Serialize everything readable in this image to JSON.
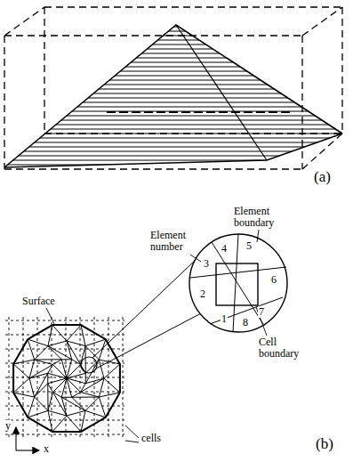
{
  "diagram": {
    "labels": [
      "(a)",
      "Element boundary",
      "Element number",
      "4",
      "5",
      "3",
      "6",
      "2",
      "7",
      "1",
      "8",
      "Cell boundary",
      "Surface",
      "y",
      "x",
      "cells",
      "(b)"
    ]
  }
}
